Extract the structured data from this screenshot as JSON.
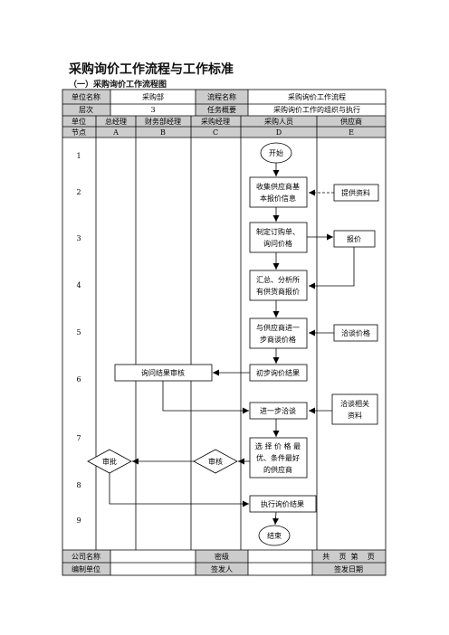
{
  "doc": {
    "title": "采购询价工作流程与工作标准",
    "subtitle": "（一）采购询价工作流程图"
  },
  "header_table": {
    "unit_name_label": "单位名称",
    "unit_name_value": "采购部",
    "process_name_label": "流程名称",
    "process_name_value": "采购询价工作流程",
    "level_label": "层次",
    "level_value": "3",
    "summary_label": "任务概要",
    "summary_value": "采购询价工作的组织与执行"
  },
  "lanes": {
    "unit_label": "单位",
    "node_label": "节点",
    "columns": [
      {
        "name": "总经理",
        "code": "A"
      },
      {
        "name": "财务部经理",
        "code": "B"
      },
      {
        "name": "采购经理",
        "code": "C"
      },
      {
        "name": "采购人员",
        "code": "D"
      },
      {
        "name": "供应商",
        "code": "E"
      }
    ],
    "row_numbers": [
      "1",
      "2",
      "3",
      "4",
      "5",
      "6",
      "7",
      "8",
      "9"
    ]
  },
  "flow": {
    "start": "开始",
    "end": "结束",
    "step2_line1": "收集供应商基",
    "step2_line2": "本报价信息",
    "provide_info": "提供资料",
    "step3_line1": "制定订购单、",
    "step3_line2": "询问价格",
    "quote": "报价",
    "step4_line1": "汇总、分析所",
    "step4_line2": "有供货商报价",
    "step5_line1": "与供应商进一",
    "step5_line2": "步商谈价格",
    "negotiate": "洽谈价格",
    "initial_result": "初步询价结果",
    "review_result": "询问结果审核",
    "further_negotiate": "进一步洽谈",
    "neg_info_line1": "洽谈相关",
    "neg_info_line2": "资料",
    "select_line1": "选 择 价 格 最",
    "select_line2": "优、条件最好",
    "select_line3": "的供应商",
    "approve": "审批",
    "audit": "审核",
    "execute": "执行询价结果"
  },
  "footer": {
    "company_label": "公司名称",
    "secret_label": "密级",
    "pages_text": "共    页  第    页",
    "editor_label": "编制单位",
    "issuer_label": "签发人",
    "issue_date_label": "签发日期"
  },
  "colors": {
    "header_bg": "#cccccc",
    "line": "#000000"
  }
}
